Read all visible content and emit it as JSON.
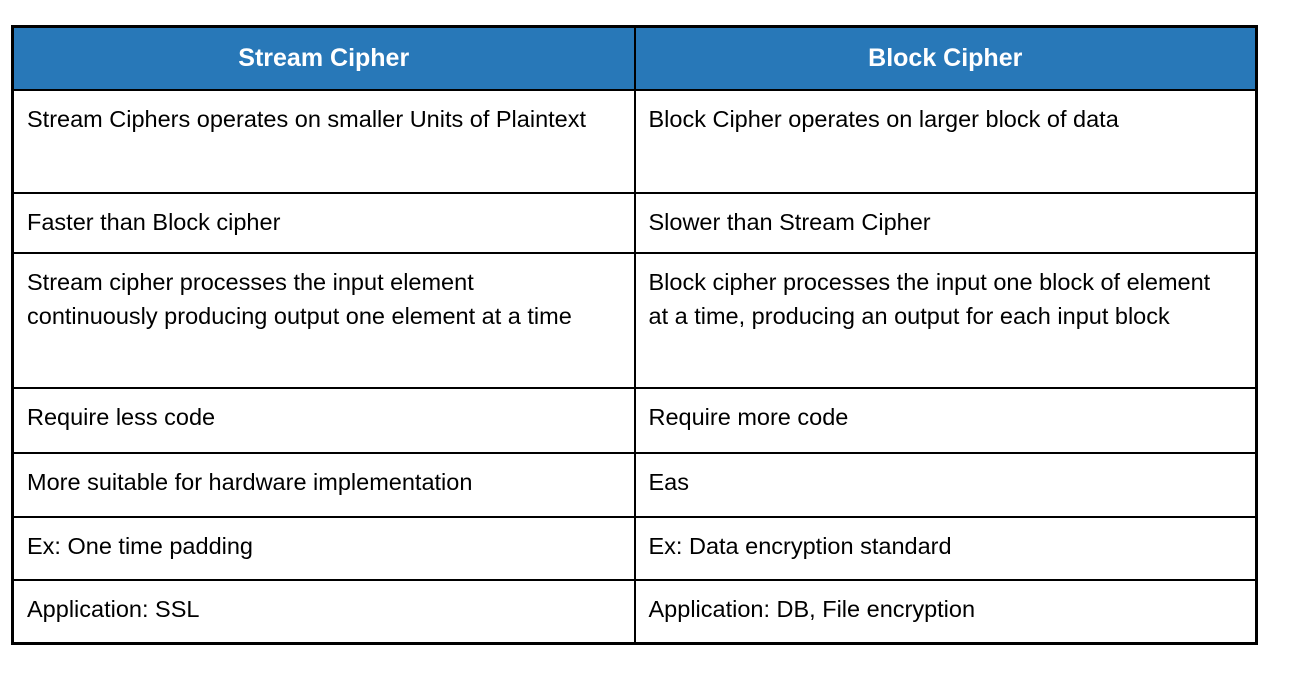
{
  "table": {
    "columns": [
      {
        "header": "Stream Cipher"
      },
      {
        "header": "Block Cipher"
      }
    ],
    "rows": [
      {
        "stream": "Stream Ciphers operates on smaller Units of Plaintext",
        "block": "Block Cipher operates on larger block of data"
      },
      {
        "stream": "Faster than Block cipher",
        "block": "Slower than Stream Cipher"
      },
      {
        "stream": "Stream cipher processes the input element continuously producing output one element at a time",
        "block": "Block cipher processes the input one block of element at a time, producing an output for each input block"
      },
      {
        "stream": "Require less code",
        "block": "Require more code"
      },
      {
        "stream": "More suitable for hardware implementation",
        "block": "Eas"
      },
      {
        "stream": "Ex: One time padding",
        "block": "Ex: Data encryption standard"
      },
      {
        "stream": "Application: SSL",
        "block": "Application: DB, File encryption"
      }
    ],
    "colors": {
      "header_bg": "#2878B8",
      "header_text": "#FFFFFF",
      "border": "#000000",
      "body_text": "#000000",
      "cell_bg": "#FFFFFF"
    }
  }
}
